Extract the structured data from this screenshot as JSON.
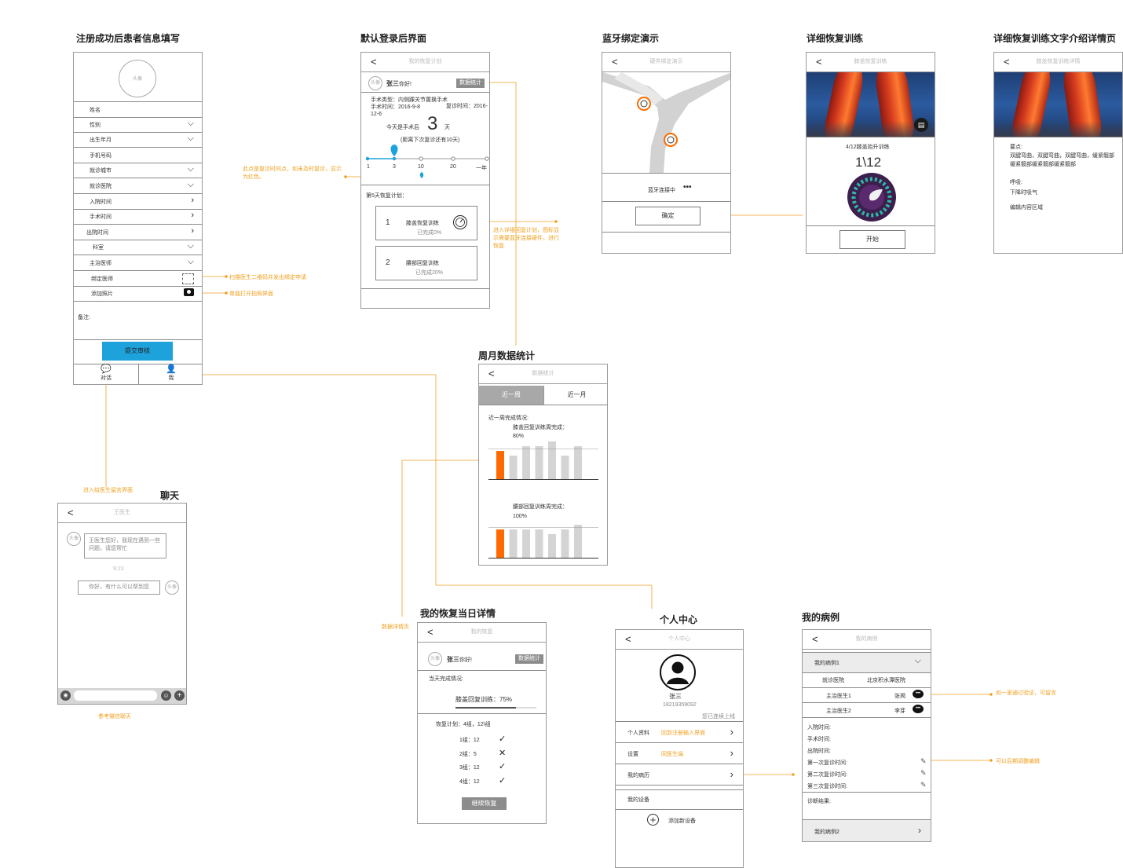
{
  "colors": {
    "accent": "#f0a020",
    "primary_blue": "#1da2dc",
    "highlight_orange": "#ff6a00",
    "bar_gray": "#d4d4d4"
  },
  "screen1": {
    "title": "注册成功后患者信息填写",
    "avatar": "头像",
    "fields": [
      "姓名",
      "性别",
      "出生年月",
      "手机号码",
      "就诊城市",
      "就诊医院",
      "入院时间",
      "手术时间",
      "出院时间",
      "科室",
      "主治医师",
      "绑定医师",
      "添加照片"
    ],
    "remark": "备注:",
    "submit": "提交审核",
    "tab_chat": "对话",
    "tab_me": "我",
    "note_scan": "扫描医生二维码并发出绑定申请",
    "note_photo": "单独打开拍照界面",
    "note_chat": "进入给医生留言界面"
  },
  "screen2": {
    "title": "默认登录后界面",
    "header": "我的恢复计划",
    "avatar": "头像",
    "greeting_name": "张三",
    "greeting_rest": "你好!",
    "stats_btn": "数据统计",
    "surgery_type": "手术类型：内侧踝关节置换手术",
    "surgery_time": "手术时间：2016-9-8",
    "review_time": "复诊时间：2016-12-6",
    "today_prefix": "今天是手术后",
    "today_num": "3",
    "today_unit": "天",
    "next_review": "(距离下次复诊还有10天)",
    "timeline_labels": [
      "1",
      "3",
      "10",
      "20",
      "一年"
    ],
    "plan_title": "第5天恢复计划：",
    "plans": [
      {
        "num": "1",
        "name": "膝盖恢复训练",
        "progress": "已完成0%"
      },
      {
        "num": "2",
        "name": "腰部回复训练",
        "progress": "已完成20%"
      }
    ],
    "note_timeline": "此点是复诊时间点，如未及时复诊，显示为红色。",
    "note_plan": "进入详细回复计划，图标显示需要蓝牙连接硬件，进行恢复"
  },
  "screen3": {
    "title": "蓝牙绑定演示",
    "header": "硬件绑定演示",
    "status": "蓝牙连接中",
    "confirm": "确定"
  },
  "screen4": {
    "title": "详细恢复训练",
    "header": "膝盖恢复训练",
    "caption": "4/12膝盖抬升训练",
    "counter": "1\\12",
    "start": "开始"
  },
  "screen5": {
    "title": "详细恢复训练文字介绍详情页",
    "header": "膝盖恢复训练详情",
    "key_label": "要点:",
    "key_text": "双腱弯曲，双腱弯曲，双腱弯曲，缓紧髋部缓紧髋部缓紧髋部缓紧髋部",
    "breath_label": "呼吸:",
    "breath_text": "下降时吸气",
    "edit": "编辑内容区域"
  },
  "screen6": {
    "title": "周月数据统计",
    "header": "数据统计",
    "tab_week": "近一周",
    "tab_month": "近一月",
    "week_label": "近一周完成情况:",
    "chart1_label": "膝盖回复训练周完成：80%",
    "chart2_label": "腰部回复训练周完成：100%",
    "note_detail": "数据详情页"
  },
  "chart_data": [
    {
      "type": "bar",
      "title": "膝盖回复训练周完成：80%",
      "values": [
        6,
        5,
        7,
        7,
        8,
        5,
        7
      ],
      "highlight_index": 0
    },
    {
      "type": "bar",
      "title": "腰部回复训练周完成：100%",
      "values": [
        6,
        6,
        6,
        6,
        5,
        6,
        7
      ],
      "highlight_index": 0
    }
  ],
  "screen7": {
    "title": "聊天",
    "header": "王医生",
    "avatar": "头像",
    "msg1": "王医生您好，我现在遇到一些问题，请您帮忙",
    "time": "9:23",
    "msg2": "你好，有什么可以帮到您",
    "note": "参考微信聊天"
  },
  "screen8": {
    "title": "我的恢复当日详情",
    "header": "我的恢复",
    "avatar": "头像",
    "greeting_name": "张三",
    "greeting_rest": "你好!",
    "stats_btn": "数据统计",
    "today_label": "当天完成情况:",
    "today_value": "膝盖回复训练：75%",
    "plan": "恢复计划：4组，12\\组",
    "groups": [
      {
        "label": "1组：12",
        "status": "check"
      },
      {
        "label": "2组：5",
        "status": "cross"
      },
      {
        "label": "3组：12",
        "status": "check"
      },
      {
        "label": "4组：12",
        "status": "check"
      }
    ],
    "continue": "继续恢复"
  },
  "screen9": {
    "title": "个人中心",
    "header": "个人中心",
    "name": "张三",
    "phone": "18219359092",
    "login_days": "您已连续上线",
    "items": [
      {
        "label": "个人资料",
        "note": "回到注册输入界面"
      },
      {
        "label": "设置",
        "note": "同医生端"
      },
      {
        "label": "我的病历",
        "note": ""
      }
    ],
    "devices": "我的设备",
    "add_device": "添加新设备"
  },
  "screen10": {
    "title": "我的病例",
    "header": "我的病例",
    "case1": "我的病例1",
    "hospital_label": "就诊医院",
    "hospital_value": "北京积水潭医院",
    "doc1_label": "主治医生1",
    "doc1_name": "张揭",
    "doc2_label": "主治医生2",
    "doc2_name": "李芽",
    "dates": [
      "入院时间:",
      "手术时间:",
      "出院时间:",
      "第一次复诊时间:",
      "第二次复诊时间:",
      "第三次复诊时间:"
    ],
    "diagnosis": "诊断结果:",
    "case2": "我的病例2",
    "note_doctor": "如一家通过验证，可留言",
    "note_edit": "可以后期调整编辑"
  }
}
